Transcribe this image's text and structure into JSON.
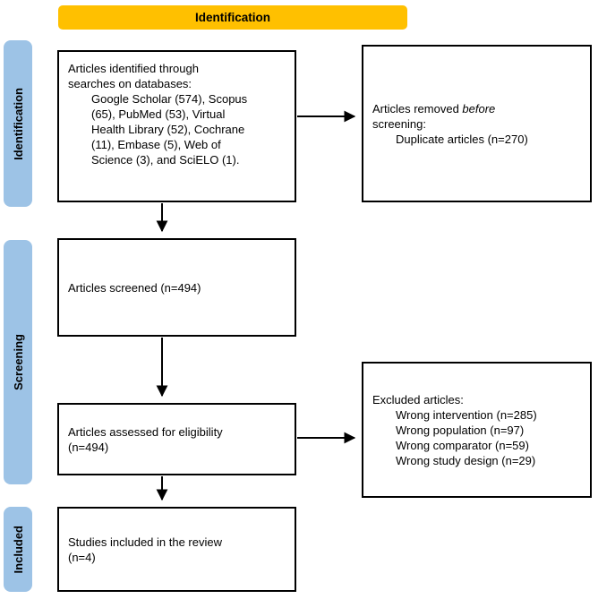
{
  "banner": {
    "label": "Identification"
  },
  "side_labels": {
    "identification": "Identification",
    "screening": "Screening",
    "included": "Included"
  },
  "boxes": {
    "identified": {
      "lines": [
        "Articles identified through",
        "searches on databases:",
        "Google Scholar (574), Scopus",
        "(65), PubMed (53), Virtual",
        "Health Library (52), Cochrane",
        "(11), Embase (5), Web of",
        "Science (3), and SciELO (1)."
      ]
    },
    "removed": {
      "prefix": "Articles removed ",
      "italic": "before",
      "line2": "screening:",
      "detail": "Duplicate articles (n=270)"
    },
    "screened": {
      "label": "Articles screened (n=494)"
    },
    "excluded": {
      "title": "Excluded articles:",
      "items": [
        "Wrong intervention (n=285)",
        "Wrong population (n=97)",
        "Wrong comparator (n=59)",
        "Wrong study design (n=29)"
      ]
    },
    "eligibility": {
      "lines": [
        "Articles assessed for eligibility",
        "(n=494)"
      ]
    },
    "included_studies": {
      "lines": [
        "Studies included in the review",
        "(n=4)"
      ]
    }
  },
  "colors": {
    "banner_fill": "#FFC000",
    "side_fill": "#9DC3E6",
    "box_border": "#000000",
    "arrow_color": "#000000"
  }
}
